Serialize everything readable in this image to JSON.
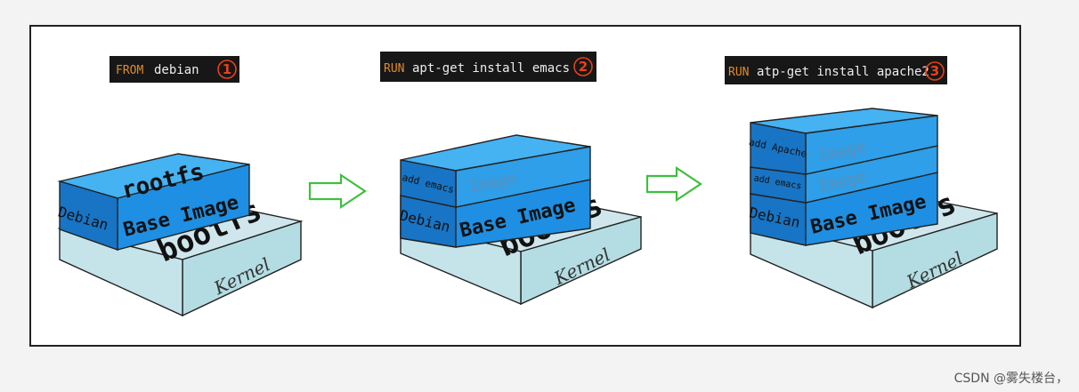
{
  "stages": [
    {
      "command": {
        "keyword": "FROM",
        "text": "debian",
        "number": "1"
      },
      "layers": {
        "top": "rootfs",
        "base_side": "Debian",
        "base_front": "Base Image",
        "bootfs": "bootfs",
        "kernel": "Kernel"
      }
    },
    {
      "command": {
        "keyword": "RUN",
        "text": "apt-get install emacs",
        "number": "2"
      },
      "layers": {
        "upper_side": "add emacs",
        "upper_front": "Image",
        "base_side": "Debian",
        "base_front": "Base Image",
        "bootfs": "bootfs",
        "kernel": "Kernel"
      }
    },
    {
      "command": {
        "keyword": "RUN",
        "text": "atp-get install apache2",
        "number": "3"
      },
      "layers": {
        "top_side": "add Apache",
        "top_front": "Image",
        "upper_side": "add emacs",
        "upper_front": "Image",
        "base_side": "Debian",
        "base_front": "Base Image",
        "bootfs": "bootfs",
        "kernel": "Kernel"
      }
    }
  ],
  "watermark": "CSDN @雾失楼台，",
  "colors": {
    "blue_front": "#1e8fe2",
    "blue_top": "#45b2f2",
    "blue_side": "#1874c4",
    "bootfs_top": "#cfe7ec",
    "kernel_front": "#b3dde3",
    "arrow": "#3fbf3f",
    "number": "#e8401a",
    "keyword": "#e08a2a"
  }
}
